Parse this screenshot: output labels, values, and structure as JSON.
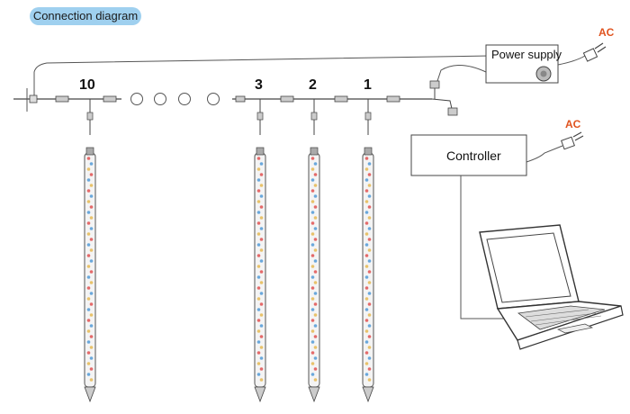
{
  "title": "Connection diagram",
  "power_supply_label": "Power supply",
  "controller_label": "Controller",
  "ac_labels": [
    "AC",
    "AC"
  ],
  "tube_labels": [
    "10",
    "3",
    "2",
    "1"
  ],
  "colors": {
    "badge": "#9fd0ef",
    "ac_text": "#e0531f",
    "led_red": "#e46a6a",
    "led_blue": "#6aa8dc",
    "led_yellow": "#e8c26a"
  },
  "icons": [
    "plug-icon",
    "laptop-icon",
    "connector-icon",
    "ellipsis-circle-icon"
  ]
}
